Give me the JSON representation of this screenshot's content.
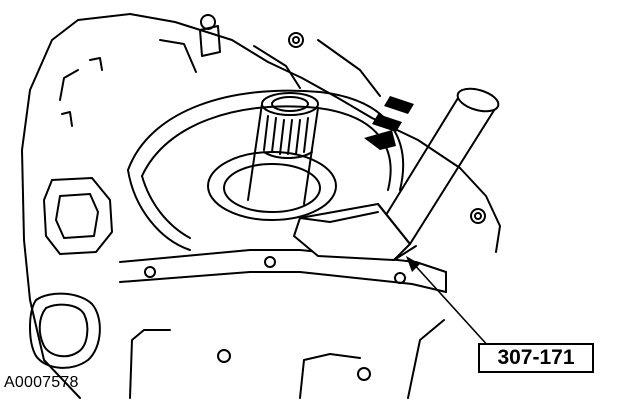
{
  "figure": {
    "id_label": "A0007578",
    "callout_label": "307-171"
  },
  "illustration": {
    "style": "black line-art service diagram",
    "parts": [
      "engine-block",
      "rear-crankshaft-seal",
      "crankshaft-flange",
      "seal-installer-tool"
    ],
    "line_color": "#000000",
    "background_color": "#ffffff"
  }
}
